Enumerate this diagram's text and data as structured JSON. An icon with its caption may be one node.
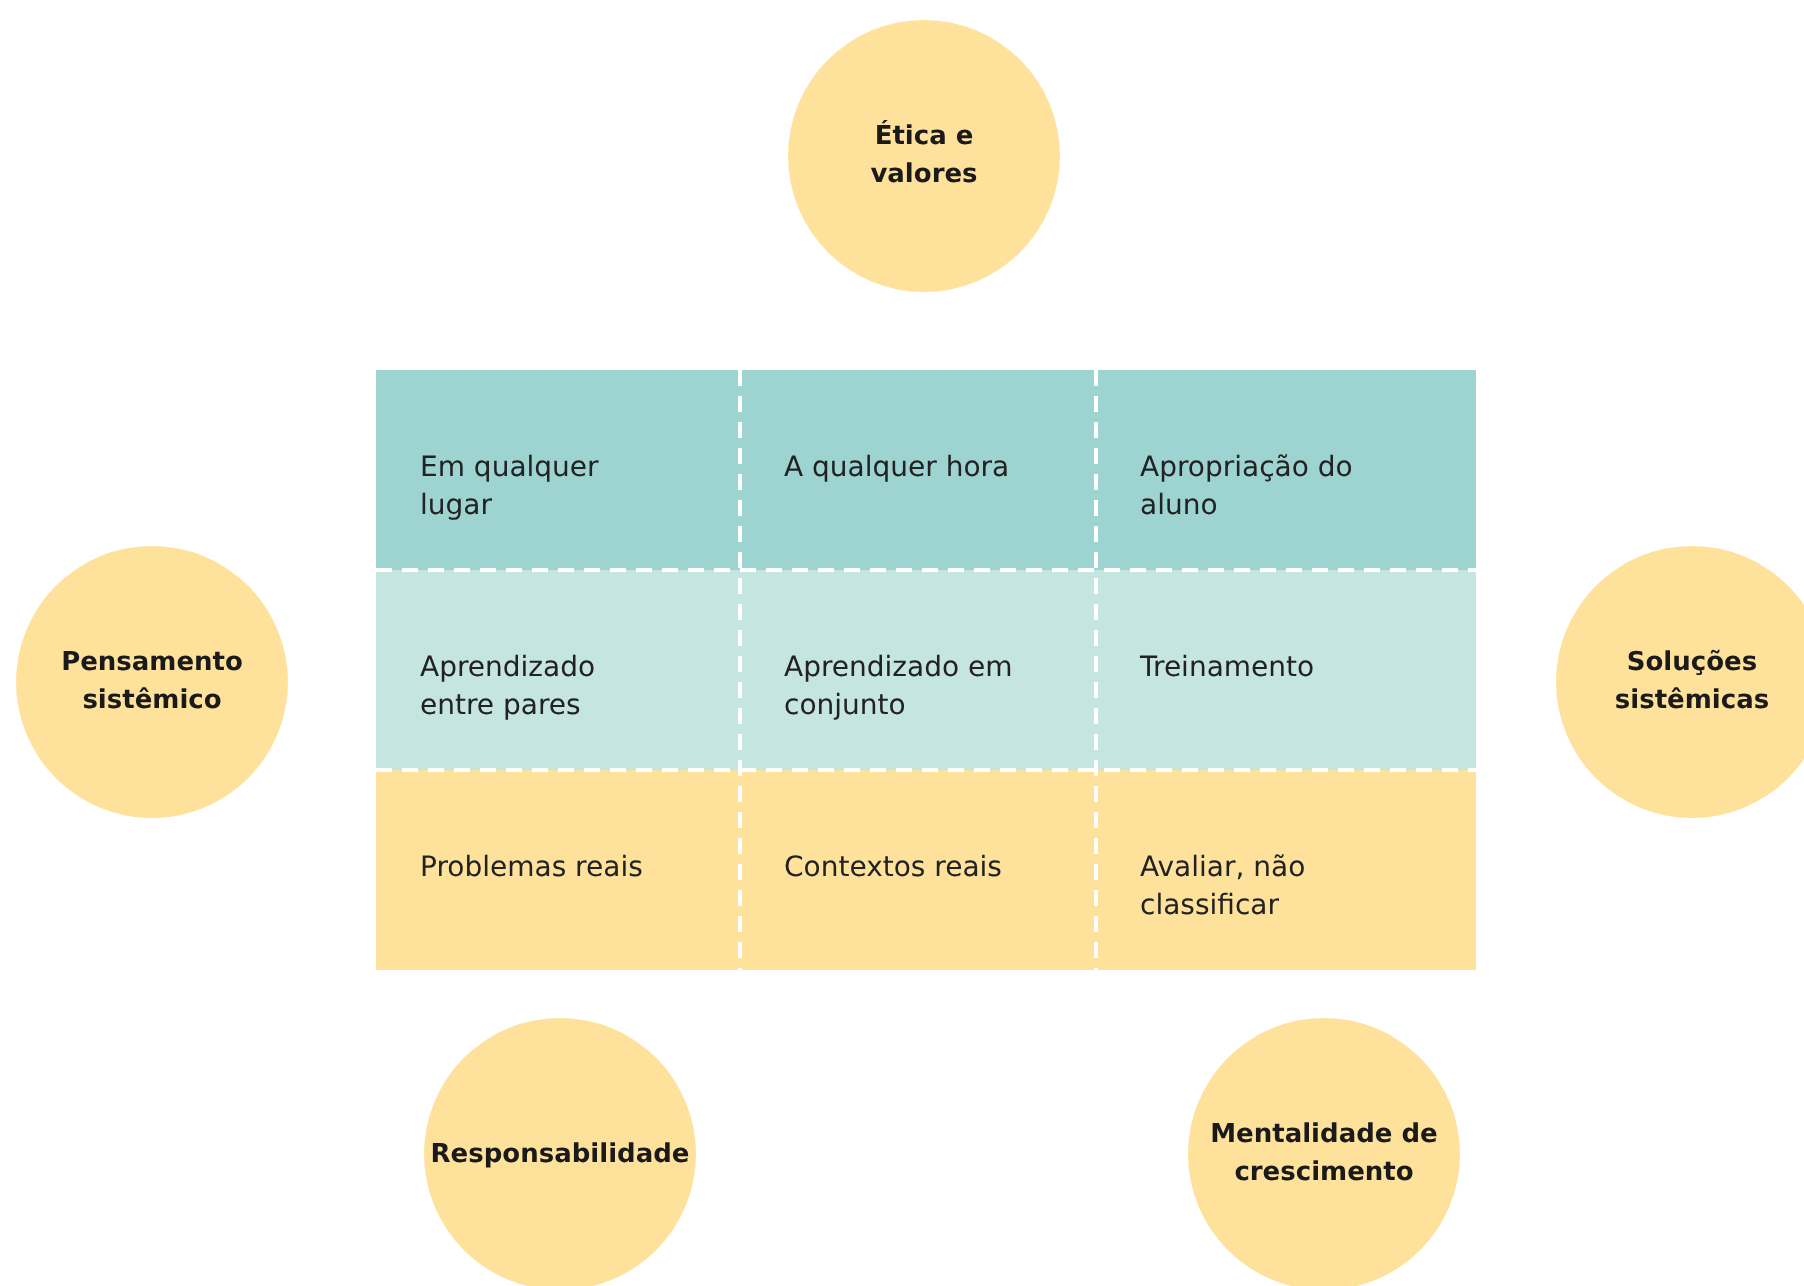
{
  "diagram": {
    "nodes": [
      {
        "text": [
          "Ética e valores"
        ]
      },
      {
        "text": [
          "Pensamento sistêmico"
        ]
      },
      {
        "text": [
          "Soluções sistêmicas"
        ]
      },
      {
        "text": [
          "Responsabilidade"
        ]
      },
      {
        "text": [
          "Mentalidade de crescimento"
        ]
      }
    ],
    "edges": [],
    "labels": [
      "Em qualquer lugar",
      "A qualquer hora",
      "Apropriação do aluno",
      "Aprendizado entre pares",
      "Aprendizado em conjunto",
      "Treinamento",
      "Problemas reais",
      "Contextos reais",
      "Avaliar, não classificar"
    ]
  }
}
